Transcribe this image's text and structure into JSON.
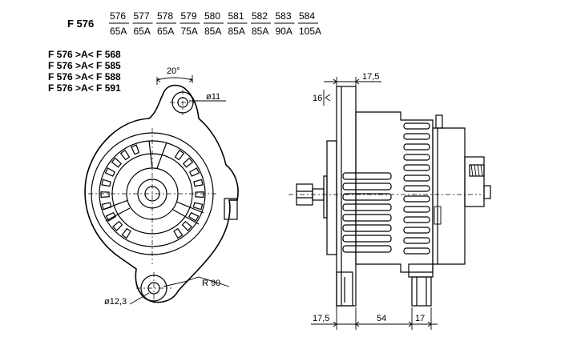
{
  "header": {
    "model": "F 576",
    "variants": [
      {
        "code": "576",
        "amps": "65A"
      },
      {
        "code": "577",
        "amps": "65A"
      },
      {
        "code": "578",
        "amps": "65A"
      },
      {
        "code": "579",
        "amps": "75A"
      },
      {
        "code": "580",
        "amps": "85A"
      },
      {
        "code": "581",
        "amps": "85A"
      },
      {
        "code": "582",
        "amps": "85A"
      },
      {
        "code": "583",
        "amps": "90A"
      },
      {
        "code": "584",
        "amps": "105A"
      }
    ]
  },
  "equivalents": [
    "F 576 >A< F 568",
    "F 576 >A< F 585",
    "F 576 >A< F 588",
    "F 576 >A< F 591"
  ],
  "front_view": {
    "angle_label": "20°",
    "top_hole_label": "ø11",
    "bottom_hole_label": "ø12,3",
    "radius_label": "R 90"
  },
  "side_view": {
    "top_dim_label": "17,5",
    "flange_dim_label": "16",
    "bottom_left_dim_label": "17,5",
    "bottom_mid_dim_label": "54",
    "bottom_right_dim_label": "17"
  }
}
